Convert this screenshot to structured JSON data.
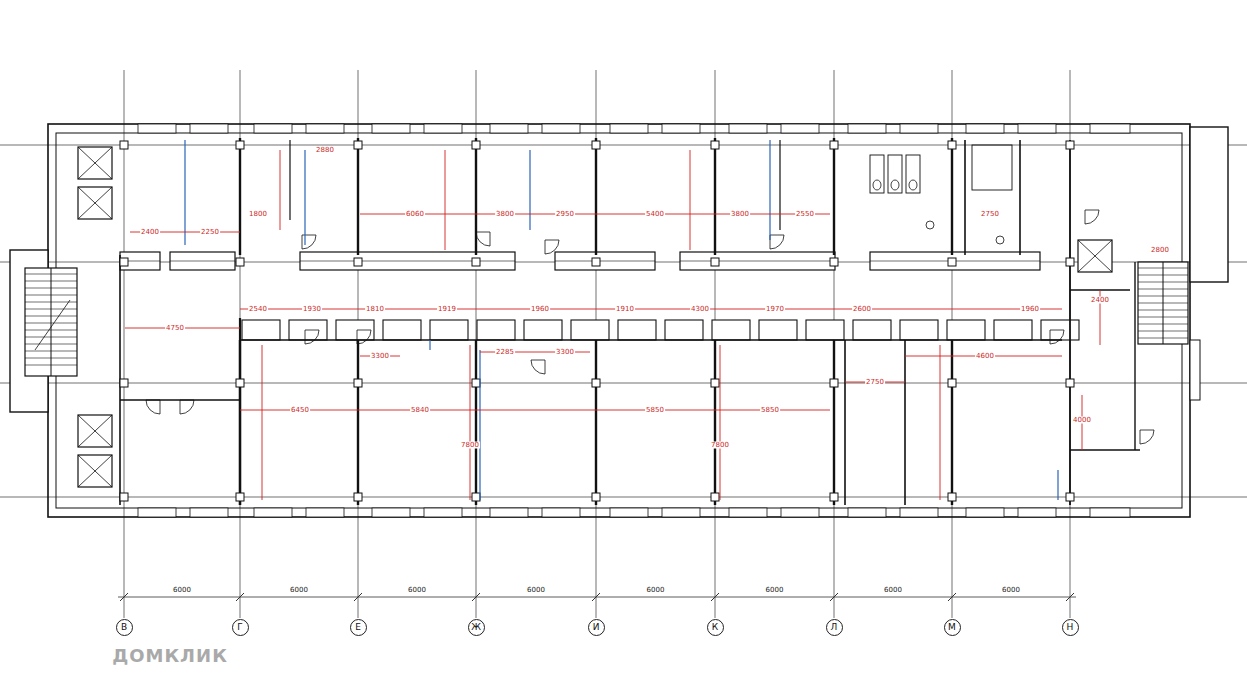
{
  "diagram": {
    "nodes": [
      {
        "text": [
          "В"
        ]
      },
      {
        "text": [
          "Г"
        ]
      },
      {
        "text": [
          "Е"
        ]
      },
      {
        "text": [
          "Ж"
        ]
      },
      {
        "text": [
          "И"
        ]
      },
      {
        "text": [
          "К"
        ]
      },
      {
        "text": [
          "Л"
        ]
      },
      {
        "text": [
          "М"
        ]
      },
      {
        "text": [
          "Н"
        ]
      }
    ],
    "labels": [
      "2400",
      "2250",
      "1800",
      "2880",
      "6060",
      "3800",
      "2950",
      "5400",
      "3800",
      "2550",
      "2750",
      "2800",
      "2540",
      "1930",
      "1810",
      "1919",
      "1960",
      "1910",
      "4300",
      "1970",
      "2600",
      "1960",
      "4750",
      "3300",
      "2285",
      "3300",
      "6450",
      "5840",
      "5850",
      "5850",
      "2750",
      "4600",
      "7800",
      "7800",
      "2400",
      "4000",
      "6000",
      "6000",
      "6000",
      "6000",
      "6000",
      "6000",
      "6000",
      "6000",
      "ДОМКЛИК"
    ]
  }
}
